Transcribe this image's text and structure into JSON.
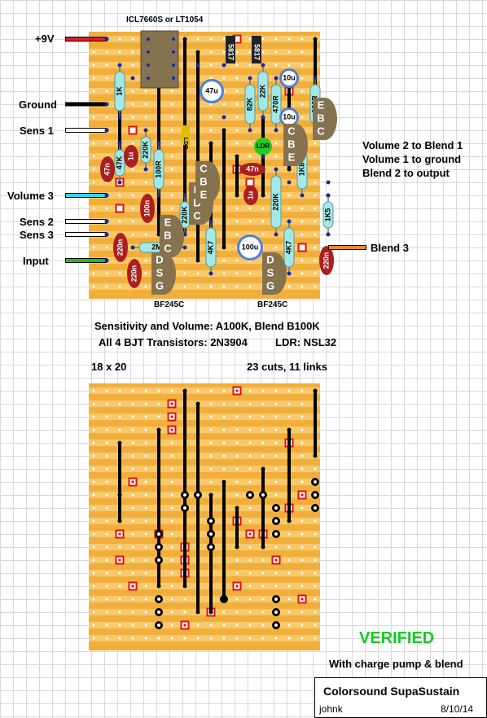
{
  "ic_label": "ICL7660S or LT1054",
  "inputs": {
    "plus9v": "+9V",
    "ground": "Ground",
    "sens1": "Sens 1",
    "volume3": "Volume 3",
    "sens2": "Sens 2",
    "sens3": "Sens 3",
    "input": "Input",
    "blend3": "Blend 3"
  },
  "routing_notes": [
    "Volume 2 to Blend 1",
    "Volume 1 to ground",
    "Blend 2 to output"
  ],
  "jfet_labels": [
    "BF245C",
    "BF245C"
  ],
  "bjt_pins": [
    "C",
    "B",
    "E"
  ],
  "jfet_pins": [
    "D",
    "S",
    "G"
  ],
  "components": {
    "r1k": "1K",
    "r47k": "47K",
    "r220k_a": "220K",
    "r100r_a": "100R",
    "r220k_b": "220K",
    "r4k7_a": "4K7",
    "r82k": "82K",
    "r22k": "22K",
    "r470r": "470R",
    "r100r_b": "100R",
    "r1k8": "1K8",
    "r1k5": "1K5",
    "r220k_c": "220K",
    "r4k7_b": "4K7",
    "r2m2": "2M2",
    "c47n_a": "47n",
    "c1u_a": "1u",
    "c100n": "100n",
    "c220n_a": "220n",
    "c220n_b": "220n",
    "c47u": "47u",
    "c10u_a": "10u",
    "c10u_b": "10u",
    "c47n_b": "47n",
    "c1u_b": "1u",
    "c100u": "100u",
    "c220n_c": "220n",
    "ldr": "LDR",
    "ldr_small": "LDR",
    "diode_a": "5817",
    "diode_b": "5817"
  },
  "pot_info": "Sensitivity and Volume: A100K, Blend B100K",
  "bjt_info": "All 4 BJT Transistors: 2N3904",
  "ldr_info": "LDR: NSL32",
  "board_size": "18 x 20",
  "cuts_links": "23 cuts, 11 links",
  "verified": "VERIFIED",
  "verified_note": "With charge pump & blend",
  "title": "Colorsound SupaSustain",
  "author": "johnk",
  "date": "8/10/14",
  "colors": {
    "board": "#f2ae3b",
    "strip": "#f8c96c",
    "resistor": "#a3e8e6",
    "cap_film": "#aa1f1f",
    "electrolytic": "#4d7fd8",
    "transistor": "#85724f",
    "cut": "#e01010",
    "wire_9v": "#e02020",
    "wire_sens": "#ffffff",
    "wire_vol3": "#33d6f0",
    "wire_input": "#22bb22",
    "wire_blend": "#f08a20",
    "verified": "#11cc22"
  }
}
